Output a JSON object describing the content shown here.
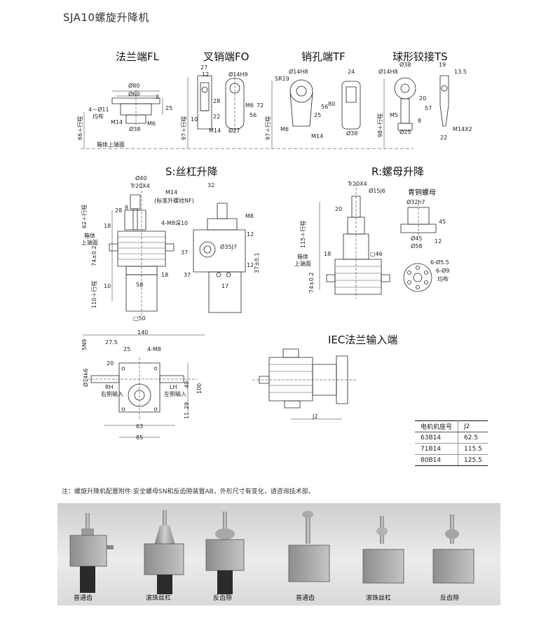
{
  "title": "SJA10螺旋升降机",
  "sections": {
    "fl": "法兰端FL",
    "fo": "叉销端FO",
    "tf": "销孔端TF",
    "ts": "球形铰接TS",
    "s": "S:丝杠升降",
    "r": "R:螺母升降",
    "bronze": "青铜螺母",
    "iec": "IEC法兰输入端"
  },
  "labels": {
    "fl_d80": "Ø80",
    "fl_d60": "Ø60",
    "fl_4d11": "4－Ø11",
    "fl_even": "均布",
    "fl_m14": "M14",
    "fl_d38": "Ø38",
    "fl_8": "8",
    "fl_25": "25",
    "fl_m6": "M6",
    "fl_66": "66＋行程",
    "fl_top": "箱体上端面",
    "fo_27a": "27",
    "fo_12": "12",
    "fo_d14h9": "Ø14H9",
    "fo_28": "28",
    "fo_22": "22",
    "fo_m14": "M14",
    "fo_m6": "M6",
    "fo_56": "56",
    "fo_72": "72",
    "fo_d27": "Ø27",
    "fo_10": "10",
    "fo_97": "97＋行程",
    "tf_sr19": "SR19",
    "tf_d14h8": "Ø14H8",
    "tf_24": "24",
    "tf_25": "25",
    "tf_56": "56",
    "tf_80": "80",
    "tf_m6": "M6",
    "tf_m14": "M14",
    "tf_d38": "Ø38",
    "tf_97": "97＋行程",
    "ts_d14h8": "Ø14H8",
    "ts_d38": "Ø38",
    "ts_19": "19",
    "ts_13_5": "13.5",
    "ts_20": "20",
    "ts_57": "57",
    "ts_m5": "M5",
    "ts_8": "8",
    "ts_d25": "Ø25",
    "ts_m14x2": "M14X2",
    "ts_22": "22",
    "ts_98": "98＋行程",
    "s_d40": "Ø40",
    "s_tr": "Tr20X4",
    "s_m14": "M14",
    "s_std": "(标准外螺纹NF)",
    "s_28": "28",
    "s_8": "8",
    "s_62": "62＋行程",
    "s_box": "箱体",
    "s_top": "上端面",
    "s_18": "18",
    "s_74": "74±0.2",
    "s_4m8": "4-M8深10",
    "s_32": "32",
    "s_m8": "M8",
    "s_12a": "12",
    "s_d35": "Ø35J7",
    "s_37a": "37",
    "s_37b": "37±0.1",
    "s_12b": "12",
    "s_10": "10",
    "s_58": "58",
    "s_18b": "18",
    "s_110": "110＋行程",
    "s_17": "17",
    "s_37c": "37",
    "s_sq50": "□50",
    "r_tr": "Tr20X4",
    "r_d15": "Ø15j6",
    "r_20": "20",
    "r_115": "115＋行程",
    "r_box": "箱体",
    "r_top": "上端面",
    "r_18": "18",
    "r_74": "74±0.2",
    "r_sq46": "□46",
    "r_d32": "Ø32h7",
    "r_45": "45",
    "r_d45": "Ø45",
    "r_d58": "Ø58",
    "r_12": "12",
    "r_6d55": "6-Ø5.5",
    "r_6d9": "6-Ø9",
    "r_even": "均布",
    "p_140": "140",
    "p_27_5": "27.5",
    "p_25": "25",
    "p_4m8": "4-M8",
    "p_5n9": "5N9",
    "p_20": "20",
    "p_d14k6": "Ø14k6",
    "p_rh": "RH",
    "p_rh_in": "右侧输入",
    "p_lh": "LH",
    "p_lh_in": "左侧输入",
    "p_49": "49",
    "p_100": "100",
    "p_29": "29",
    "p_11": "11",
    "p_63": "63",
    "p_85": "85",
    "iec_j2": "J2"
  },
  "motor_table": {
    "headers": [
      "电机机座号",
      "J2"
    ],
    "rows": [
      [
        "63B14",
        "62.5"
      ],
      [
        "71B14",
        "115.5"
      ],
      [
        "80B14",
        "125.5"
      ]
    ]
  },
  "note": "注：螺旋升降机配置附件:安全螺母SN和反齿隙装置AB，外形尺寸有变化，请咨询技术部。",
  "photos": {
    "captions": [
      "普通齿",
      "滚珠丝杠",
      "反齿隙",
      "普通齿",
      "滚珠丝杠",
      "反齿隙"
    ]
  }
}
